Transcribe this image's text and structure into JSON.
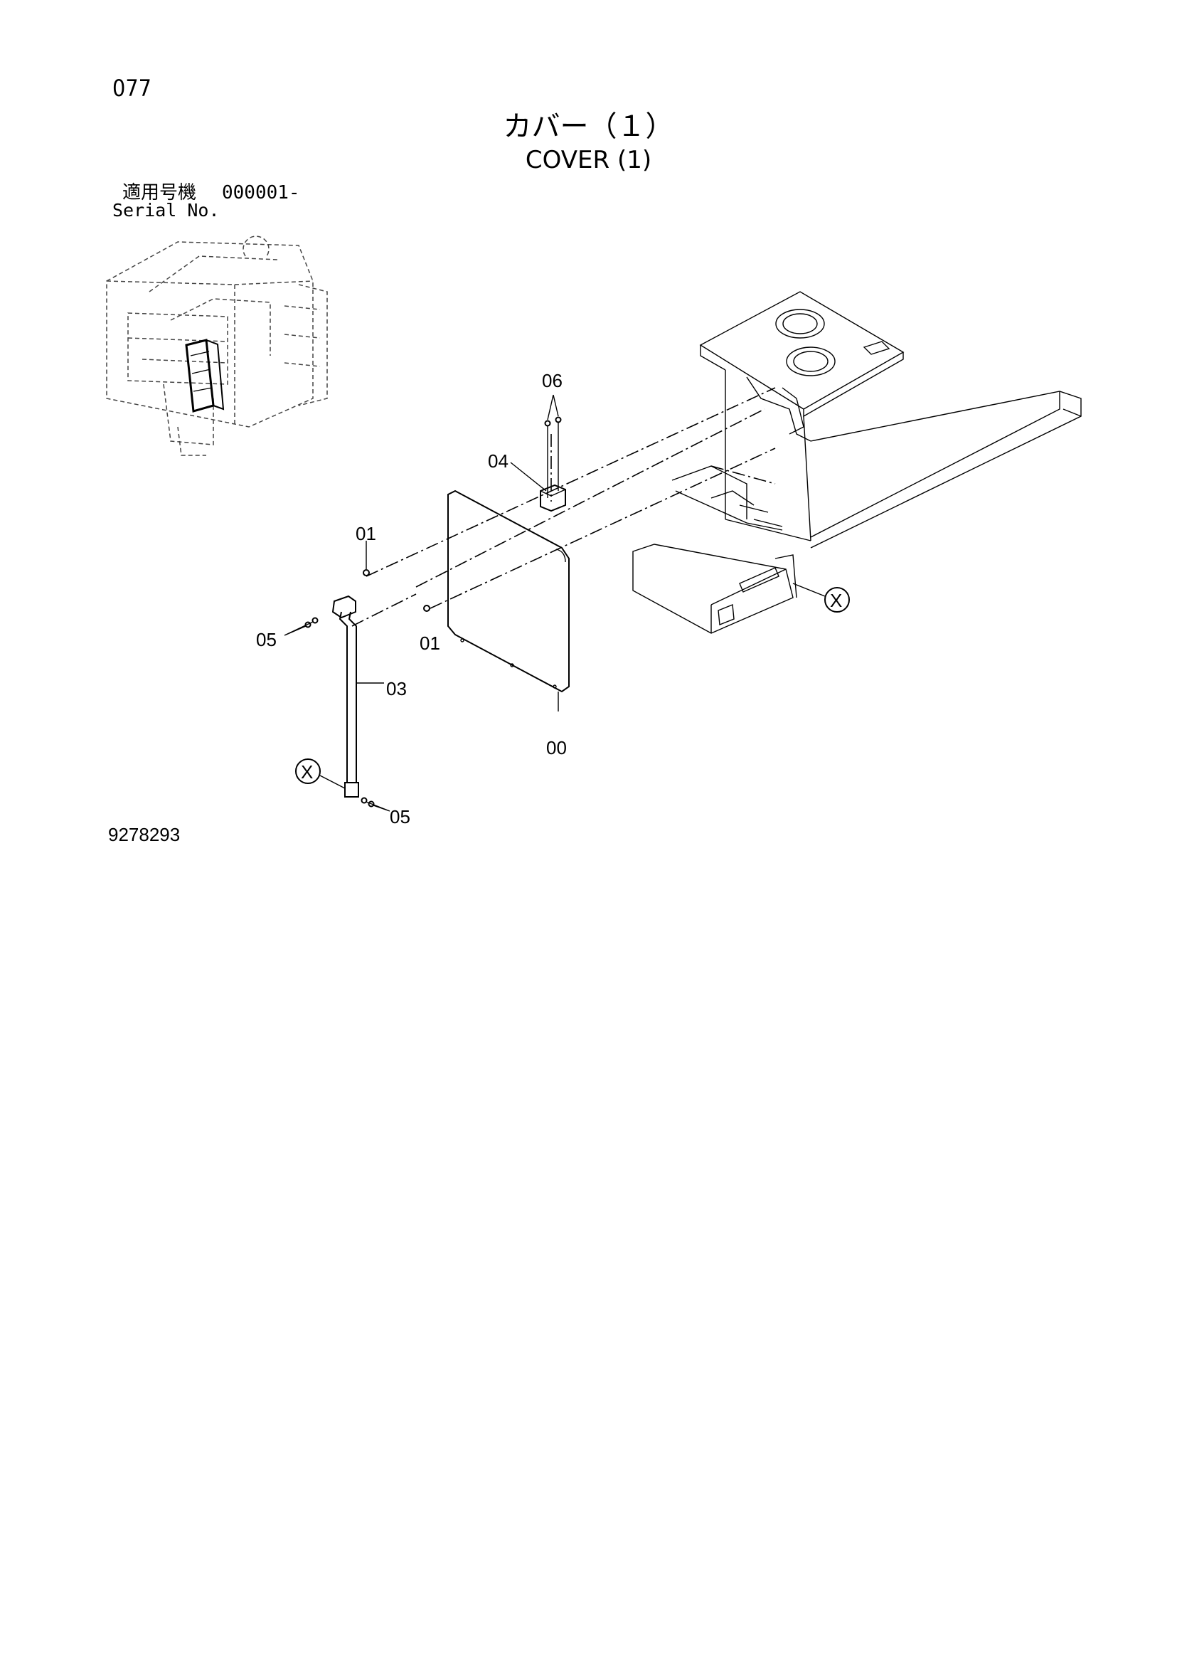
{
  "page_number": "077",
  "title_jp": "カバー（１）",
  "title_en": "COVER (1)",
  "serial": {
    "label_jp": "適用号機",
    "value": "000001-",
    "label_en": "Serial No."
  },
  "document_id": "9278293",
  "callouts": {
    "c00": "00",
    "c01a": "01",
    "c01b": "01",
    "c03": "03",
    "c04": "04",
    "c05a": "05",
    "c05b": "05",
    "c06": "06",
    "refX1": "X",
    "refX2": "X"
  }
}
